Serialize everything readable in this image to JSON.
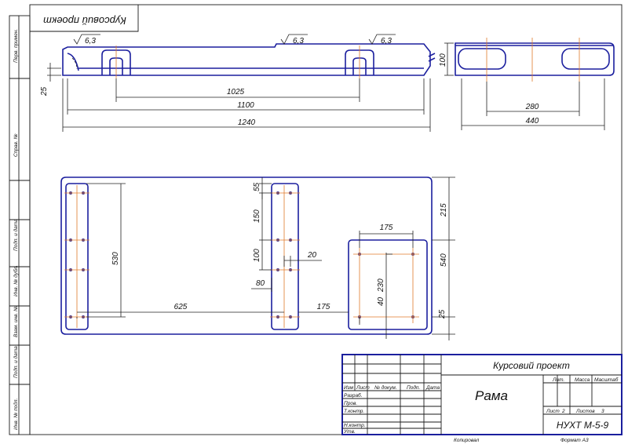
{
  "corner_stamp": "Курсовий проект",
  "roughness": [
    "6,3",
    "6,3",
    "6,3"
  ],
  "dims_top": {
    "d1025": "1025",
    "d1100": "1100",
    "d1240": "1240",
    "d25": "25",
    "d100": "100",
    "d280": "280",
    "d440": "440"
  },
  "dims_plan": {
    "d530": "530",
    "d625": "625",
    "d175a": "175",
    "d55": "55",
    "d150": "150",
    "d100": "100",
    "d20": "20",
    "d80": "80",
    "d175b": "175",
    "d215": "215",
    "d540": "540",
    "d25": "25",
    "d40": "40",
    "d230": "230"
  },
  "left_margin": [
    "Перв. примен.",
    "Справ. №",
    "Подп. и дата",
    "Инв. № дубл.",
    "Взам. инв. №",
    "Подп. и дата",
    "Инв. № подл."
  ],
  "title_block": {
    "project": "Курсовий проект",
    "name": "Рама",
    "code": "НУХТ М-5-9",
    "hdr_izm": "Изм",
    "hdr_list": "Лист",
    "hdr_doc": "№ докум.",
    "hdr_podp": "Подп.",
    "hdr_data": "Дата",
    "razrab": "Разраб.",
    "prov": "Пров.",
    "tkontr": "Т.контр.",
    "nkontr": "Н.контр.",
    "utv": "Утв.",
    "lit": "Лит.",
    "massa": "Масса",
    "masshtab": "Масштаб",
    "list_label": "Лист",
    "list_val": "2",
    "listov_label": "Листов",
    "listov_val": "3"
  },
  "footer": {
    "copied": "Копировал",
    "format": "Формат  А3"
  }
}
